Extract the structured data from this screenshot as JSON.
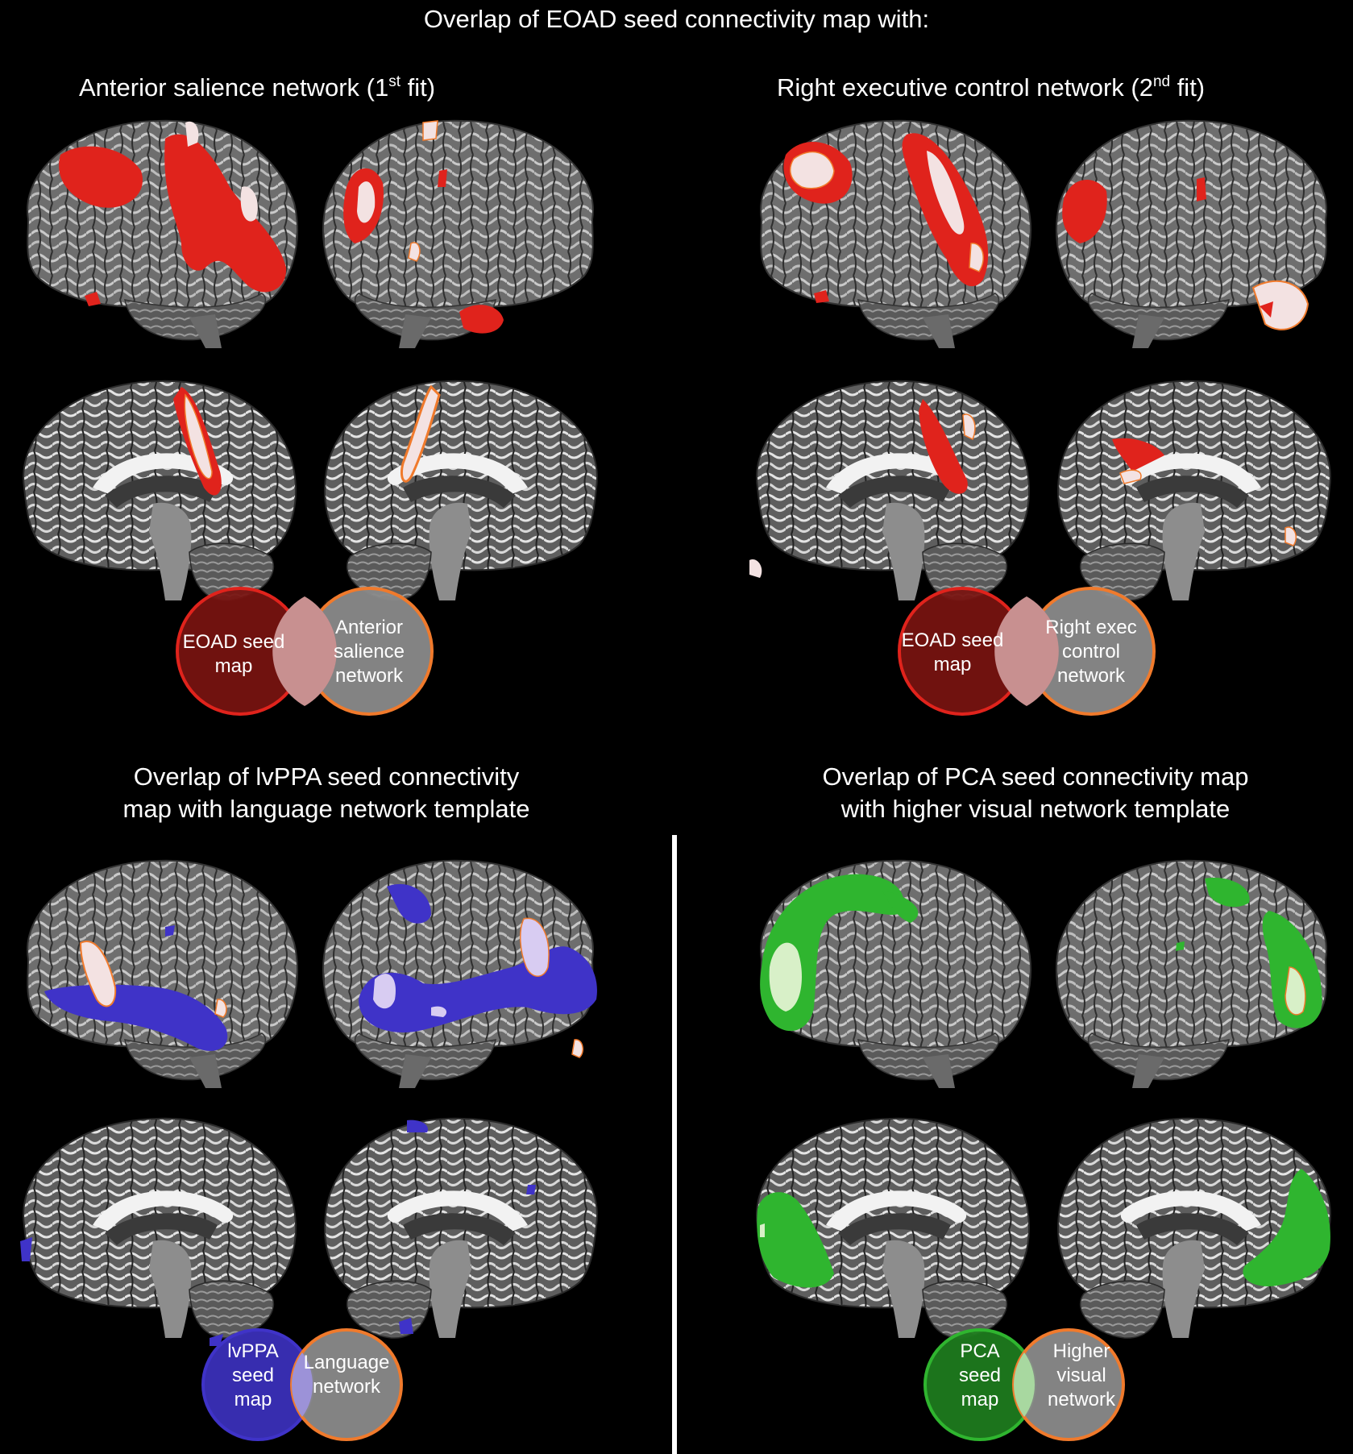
{
  "main_title": "Overlap of EOAD seed connectivity map with:",
  "panels": {
    "anterior_salience": {
      "title_base": "Anterior salience network (1",
      "title_sup": "st",
      "title_end": " fit)",
      "venn_left": [
        "EOAD seed",
        "map"
      ],
      "venn_right": [
        "Anterior",
        "salience",
        "network"
      ]
    },
    "right_exec": {
      "title_base": "Right executive control network (2",
      "title_sup": "nd",
      "title_end": " fit)",
      "venn_left": [
        "EOAD seed",
        "map"
      ],
      "venn_right": [
        "Right exec",
        "control",
        "network"
      ]
    },
    "lvppa": {
      "title_line1": "Overlap of lvPPA seed connectivity",
      "title_line2": "map with language network template",
      "venn_left": [
        "lvPPA",
        "seed",
        "map"
      ],
      "venn_right": [
        "Language",
        "network"
      ]
    },
    "pca": {
      "title_line1": "Overlap of PCA seed connectivity map",
      "title_line2": "with higher visual network template",
      "venn_left": [
        "PCA",
        "seed",
        "map"
      ],
      "venn_right": [
        "Higher",
        "visual",
        "network"
      ]
    }
  },
  "colors": {
    "background": "#000000",
    "eoad_red": "#e0231c",
    "lvppa_blue": "#3f33c8",
    "pca_green": "#2fb52f",
    "template_orange": "#f07a2c",
    "overlap_white": "#f3e2e2",
    "brain_gray": "#7a7a7a"
  }
}
